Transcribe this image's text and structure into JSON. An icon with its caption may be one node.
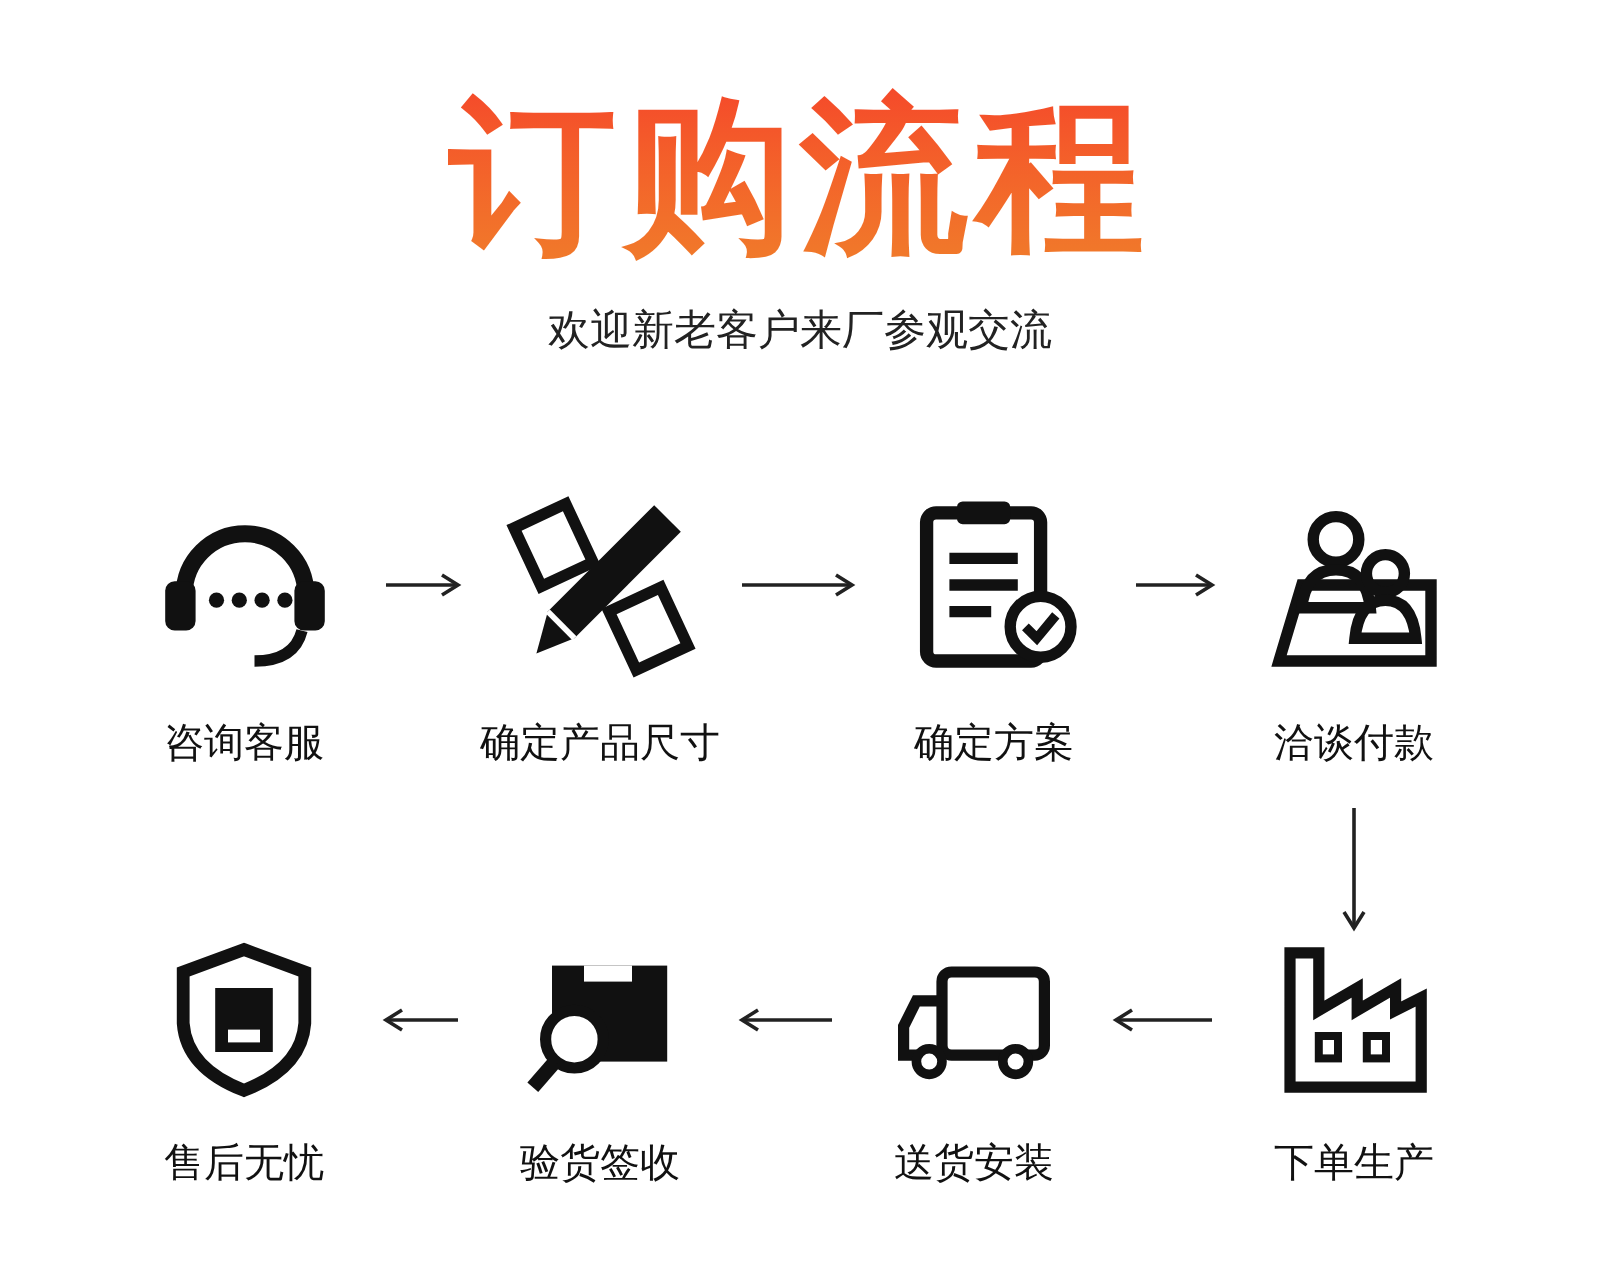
{
  "diagram": {
    "title": "订购流程",
    "nodes": [
      {
        "text": [
          "咨询客服"
        ]
      },
      {
        "text": [
          "确定产品尺寸"
        ]
      },
      {
        "text": [
          "确定方案"
        ]
      },
      {
        "text": [
          "洽谈付款"
        ]
      },
      {
        "text": [
          "售后无忧"
        ]
      },
      {
        "text": [
          "验货签收"
        ]
      },
      {
        "text": [
          "送货安装"
        ]
      },
      {
        "text": [
          "下单生产"
        ]
      }
    ],
    "edges": [
      {
        "from": 0,
        "to": 1,
        "arrow": "to"
      },
      {
        "from": 1,
        "to": 2,
        "arrow": "to"
      },
      {
        "from": 2,
        "to": 3,
        "arrow": "to"
      },
      {
        "from": 3,
        "to": 7,
        "arrow": "to"
      },
      {
        "from": 7,
        "to": 6,
        "arrow": "to"
      },
      {
        "from": 6,
        "to": 5,
        "arrow": "to"
      },
      {
        "from": 5,
        "to": 4,
        "arrow": "to"
      }
    ],
    "labels": [
      "欢迎新老客户来厂参观交流"
    ]
  }
}
